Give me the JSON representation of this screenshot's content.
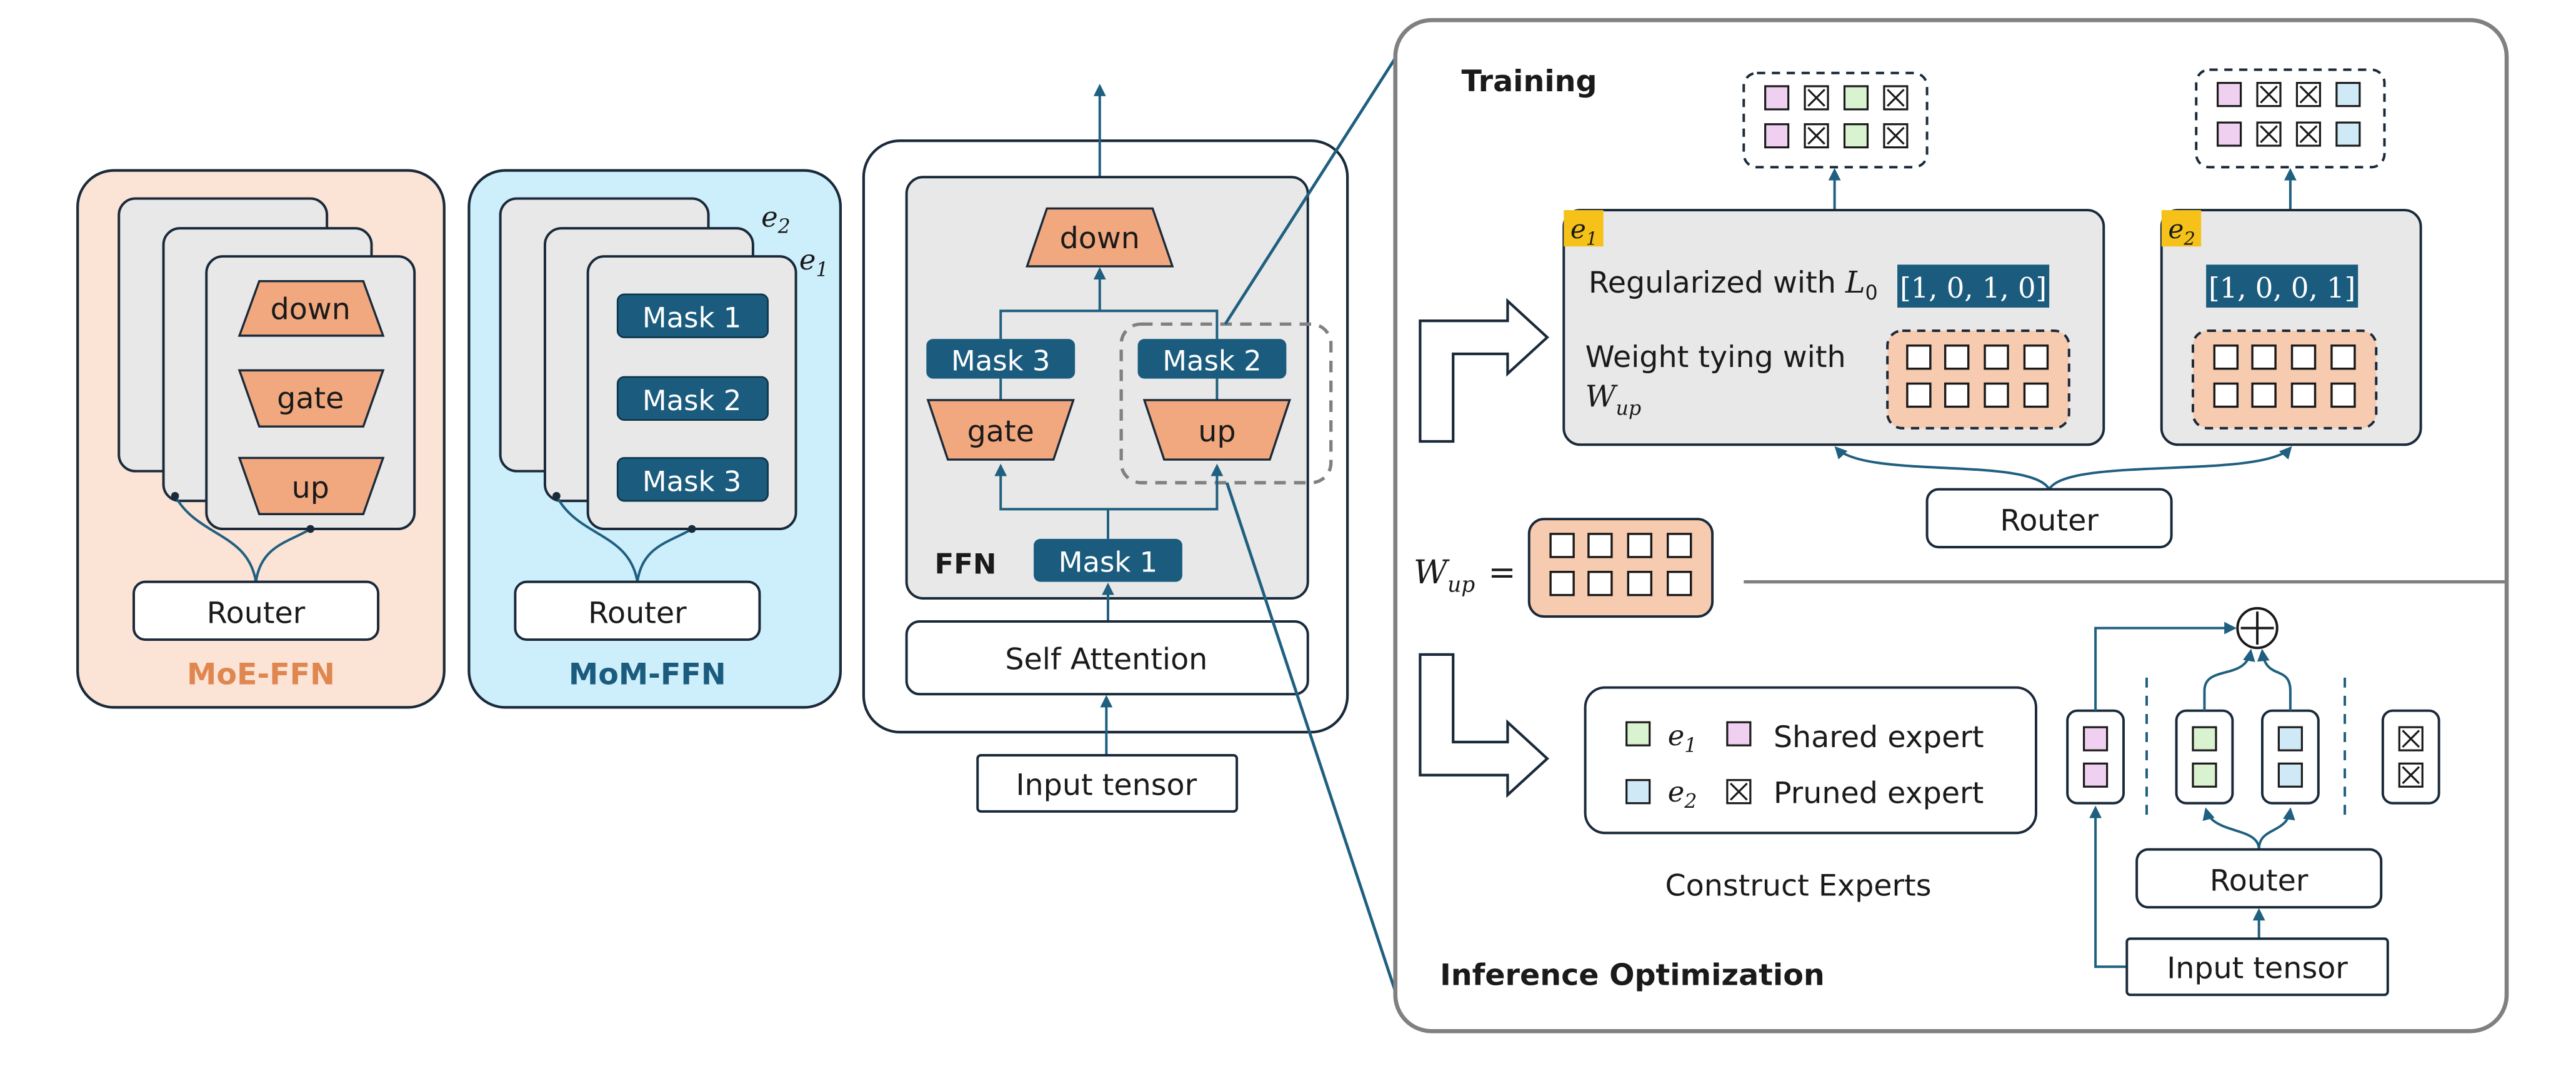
{
  "colors": {
    "moe_panel_fill": "#FBE3D6",
    "mom_panel_fill": "#CDEEFB",
    "card_grey": "#E8E8E8",
    "orange_block": "#F2A87E",
    "mask_blue": "#1B5C7E",
    "line_blue": "#1F5F80",
    "moe_label": "#E0864F",
    "mom_label": "#1B5C7E",
    "expert_e1": "#D9F2D0",
    "expert_e2": "#CFE9F7",
    "shared_expert": "#F0D0F0",
    "badge_yellow": "#F6C21A",
    "panel_border": "#808080"
  },
  "moe": {
    "title": "MoE-FFN",
    "blocks": [
      "down",
      "gate",
      "up"
    ],
    "router": "Router"
  },
  "mom": {
    "title": "MoM-FFN",
    "masks": [
      "Mask 1",
      "Mask 2",
      "Mask 3"
    ],
    "router": "Router",
    "e2_sym": "e",
    "e2_sub": "2",
    "e1_sym": "e",
    "e1_sub": "1"
  },
  "ffn": {
    "label": "FFN",
    "down": "down",
    "gate": "gate",
    "up": "up",
    "mask1": "Mask 1",
    "mask2": "Mask 2",
    "mask3": "Mask 3",
    "self_attention": "Self Attention",
    "input": "Input tensor"
  },
  "training": {
    "title": "Training",
    "badge_e1_sym": "e",
    "badge_e1_sub": "1",
    "badge_e2_sym": "e",
    "badge_e2_sub": "2",
    "reg_text": "Regularized with ",
    "l0_sym": "L",
    "l0_sub": "0",
    "vector_e1": "[1, 0, 1, 0]",
    "vector_e2": "[1, 0, 0, 1]",
    "tying_line1": "Weight tying with",
    "wup_sym": "W",
    "wup_sub": "up",
    "router": "Router",
    "wup_eq": "="
  },
  "inference": {
    "title": "Inference Optimization",
    "legend_e1_sym": "e",
    "legend_e1_sub": "1",
    "legend_e2_sym": "e",
    "legend_e2_sub": "2",
    "shared": "Shared expert",
    "pruned": "Pruned expert",
    "construct": "Construct Experts",
    "router": "Router",
    "input": "Input tensor"
  }
}
